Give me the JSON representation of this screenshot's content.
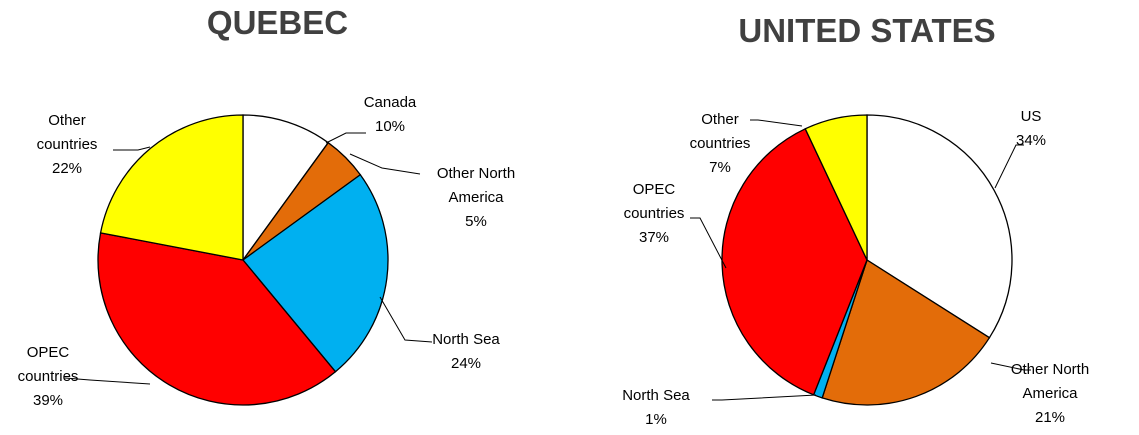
{
  "chart_data": [
    {
      "type": "pie",
      "title": "QUEBEC",
      "slices": [
        {
          "label": "Canada",
          "value": 10,
          "color": "#FFFFFF",
          "label_lines": [
            "Canada",
            "10%"
          ]
        },
        {
          "label": "Other North America",
          "value": 5,
          "color": "#E36C09",
          "label_lines": [
            "Other North",
            "America",
            "5%"
          ]
        },
        {
          "label": "North Sea",
          "value": 24,
          "color": "#00B0F0",
          "label_lines": [
            "North Sea",
            "24%"
          ]
        },
        {
          "label": "OPEC countries",
          "value": 39,
          "color": "#FF0000",
          "label_lines": [
            "OPEC",
            "countries",
            "39%"
          ]
        },
        {
          "label": "Other countries",
          "value": 22,
          "color": "#FFFF00",
          "label_lines": [
            "Other",
            "countries",
            "22%"
          ]
        }
      ]
    },
    {
      "type": "pie",
      "title": "UNITED STATES",
      "slices": [
        {
          "label": "US",
          "value": 34,
          "color": "#FFFFFF",
          "label_lines": [
            "US",
            "34%"
          ]
        },
        {
          "label": "Other North America",
          "value": 21,
          "color": "#E36C09",
          "label_lines": [
            "Other North",
            "America",
            "21%"
          ]
        },
        {
          "label": "North Sea",
          "value": 1,
          "color": "#00B0F0",
          "label_lines": [
            "North Sea",
            "1%"
          ]
        },
        {
          "label": "OPEC countries",
          "value": 37,
          "color": "#FF0000",
          "label_lines": [
            "OPEC",
            "countries",
            "37%"
          ]
        },
        {
          "label": "Other countries",
          "value": 7,
          "color": "#FFFF00",
          "label_lines": [
            "Other",
            "countries",
            "7%"
          ]
        }
      ]
    }
  ]
}
